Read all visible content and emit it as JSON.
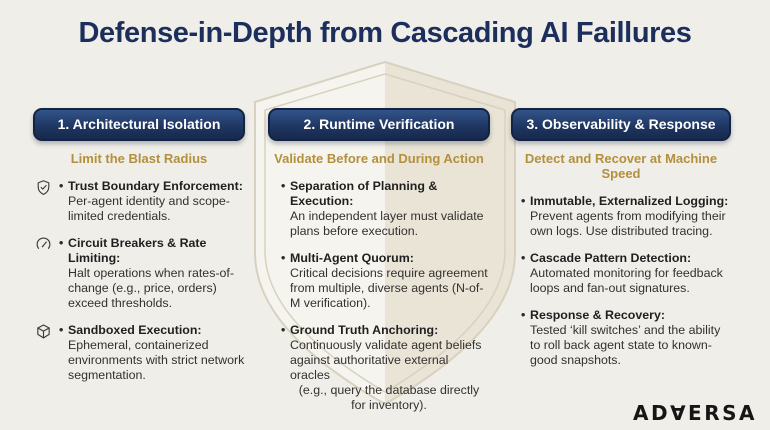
{
  "title": "Defense-in-Depth from Cascading AI Faillures",
  "bullet": "•",
  "colors": {
    "background": "#f0eee8",
    "title_navy": "#1b2e5c",
    "pill_navy": "#1f3763",
    "gold": "#b2903e",
    "shield_outline": "#d8d1bf",
    "shield_left_fill": "#f6f4ee",
    "shield_right_fill": "#e9e4d6"
  },
  "columns": [
    {
      "header": "1. Architectural Isolation",
      "subtitle": "Limit the Blast Radius",
      "items": [
        {
          "icon": "shield-check-icon",
          "lead": "Trust Boundary Enforcement:",
          "body": "Per-agent identity and scope-limited credentials."
        },
        {
          "icon": "gauge-icon",
          "lead": "Circuit Breakers & Rate Limiting:",
          "body": "Halt operations when rates-of-change (e.g., price, orders) exceed thresholds."
        },
        {
          "icon": "cube-icon",
          "lead": "Sandboxed Execution:",
          "body": "Ephemeral, containerized environments with strict network segmentation."
        }
      ]
    },
    {
      "header": "2. Runtime Verification",
      "subtitle": "Validate Before and During Action",
      "items": [
        {
          "lead": "Separation of Planning & Execution:",
          "body": "An independent layer must validate plans before execution."
        },
        {
          "lead": "Multi-Agent Quorum:",
          "body": "Critical decisions require agreement from multiple, diverse agents (N-of-M verification)."
        },
        {
          "lead": "Ground Truth Anchoring:",
          "body": "Continuously validate agent beliefs against authoritative external oracles",
          "body_centered": "(e.g., query the database directly for inventory)."
        }
      ]
    },
    {
      "header": "3. Observability & Response",
      "subtitle": "Detect and Recover at Machine Speed",
      "items": [
        {
          "lead": "Immutable, Externalized Logging:",
          "body": "Prevent agents from modifying their own logs. Use distributed tracing."
        },
        {
          "lead": "Cascade Pattern Detection:",
          "body": "Automated monitoring for feedback loops and fan-out signatures."
        },
        {
          "lead": "Response & Recovery:",
          "body": "Tested ‘kill switches’ and the ability to roll back agent state to known-good snapshots."
        }
      ]
    }
  ],
  "logo": {
    "text": "AD∀ERSA"
  }
}
